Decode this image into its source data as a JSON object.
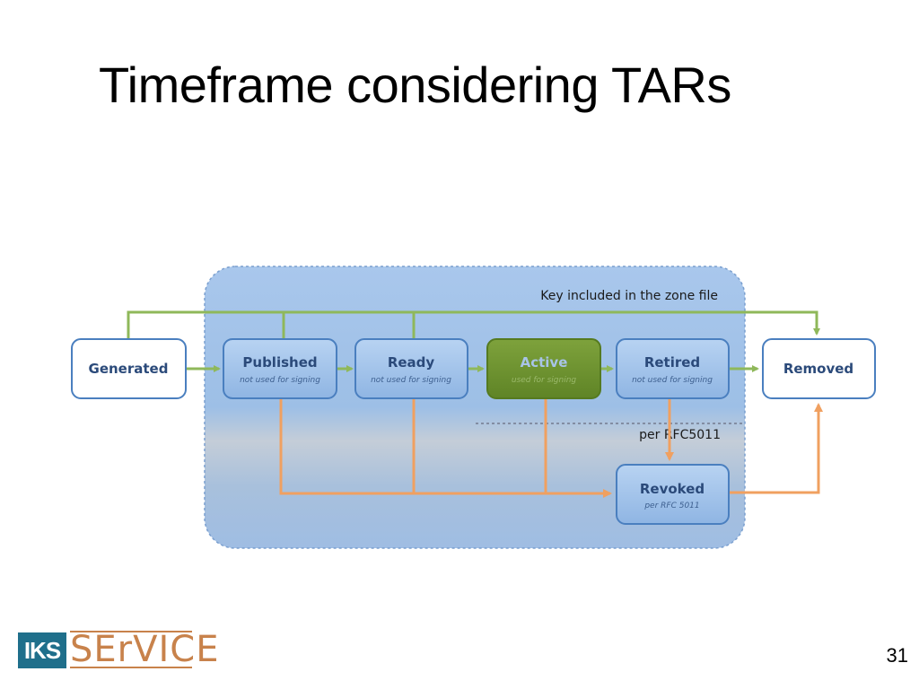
{
  "slide": {
    "title": "Timeframe considering TARs",
    "page_number": "31"
  },
  "diagram": {
    "zone_label": "Key included in the zone file",
    "rfc_label": "per RFC5011",
    "states": {
      "generated": {
        "title": "Generated"
      },
      "published": {
        "title": "Published",
        "subtitle": "not used for signing"
      },
      "ready": {
        "title": "Ready",
        "subtitle": "not used for signing"
      },
      "active": {
        "title": "Active",
        "subtitle": "used for signing"
      },
      "retired": {
        "title": "Retired",
        "subtitle": "not used for signing"
      },
      "removed": {
        "title": "Removed"
      },
      "revoked": {
        "title": "Revoked",
        "subtitle": "per RFC 5011"
      }
    },
    "colors": {
      "green_arrow": "#8fb85a",
      "orange_arrow": "#f0a060",
      "box_border": "#4a7fbf",
      "active_fill": "#6b8f2e"
    }
  },
  "logo": {
    "left": "IKS",
    "right": "SErVICE"
  }
}
